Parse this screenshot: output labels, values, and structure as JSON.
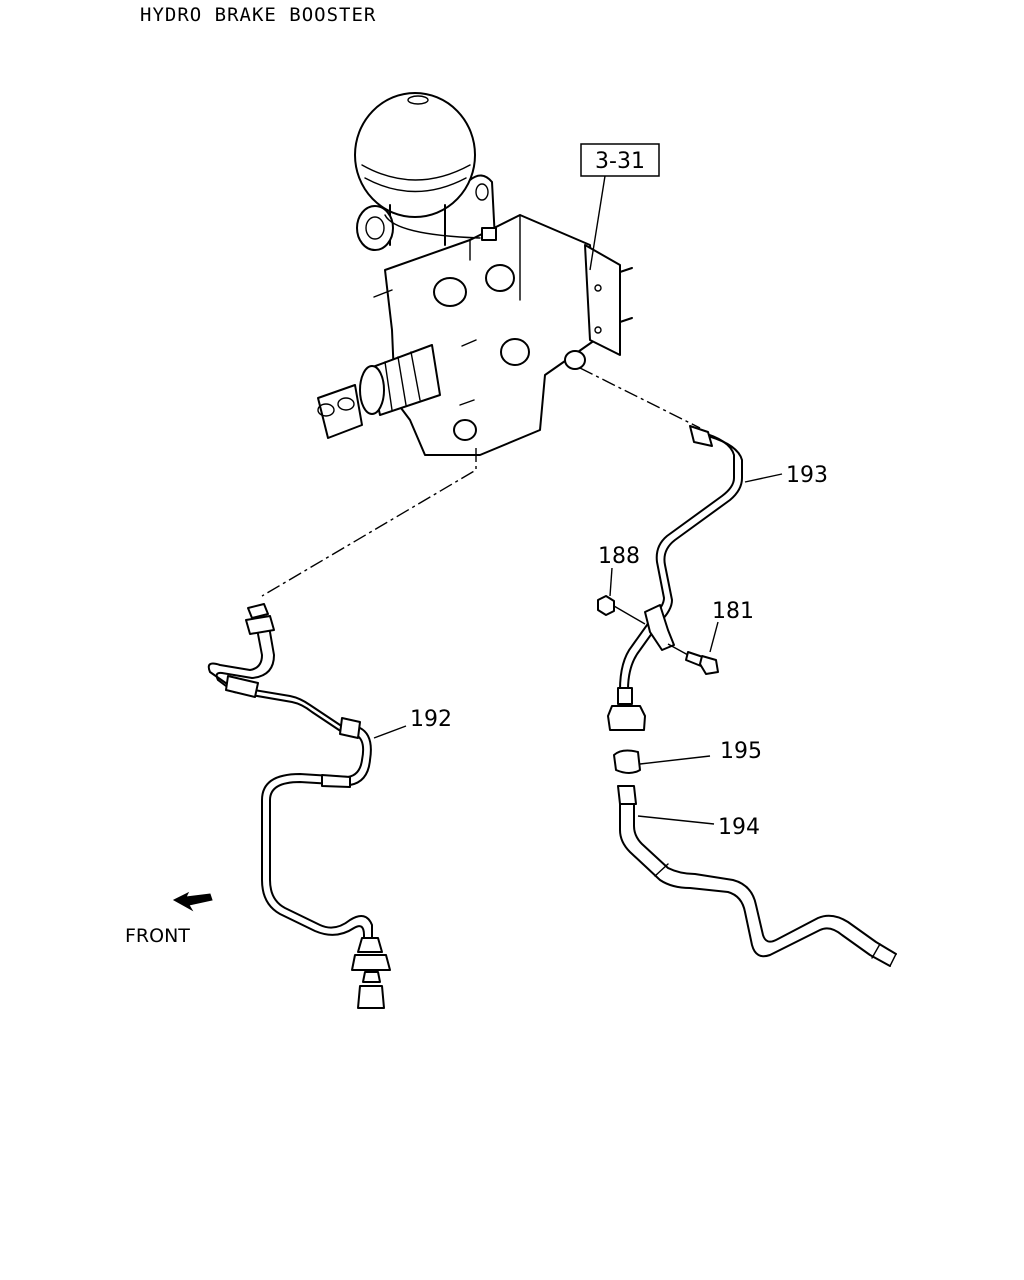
{
  "title": "HYDRO BRAKE BOOSTER",
  "reference_box": "3-31",
  "callouts": {
    "p181": "181",
    "p188": "188",
    "p192": "192",
    "p193": "193",
    "p194": "194",
    "p195": "195"
  },
  "direction_label": "FRONT"
}
